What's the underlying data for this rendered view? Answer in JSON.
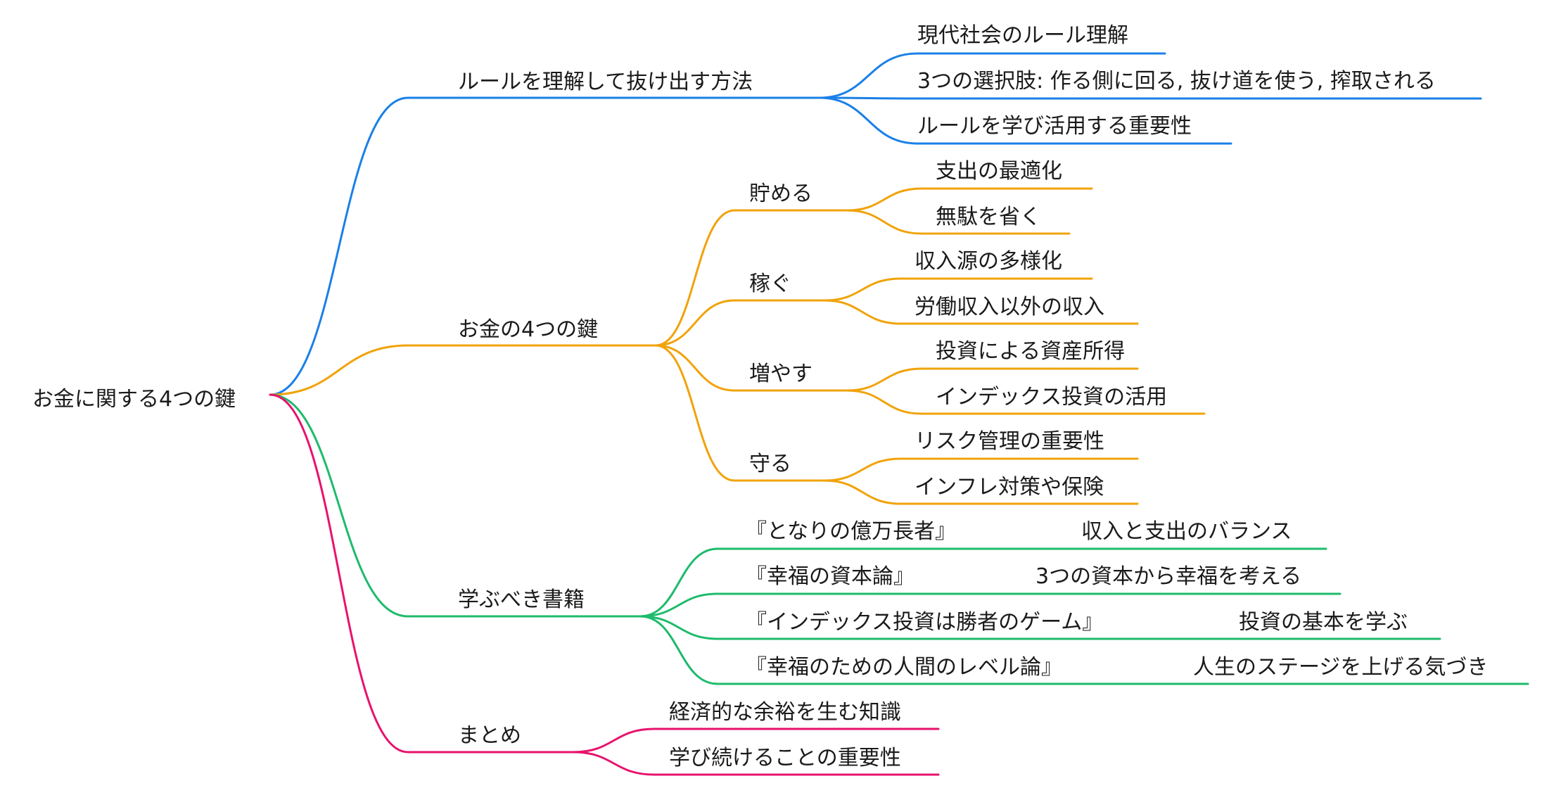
{
  "colors": {
    "rules": "#1a80e8",
    "keys": "#f0a30a",
    "books": "#1dbb6b",
    "summary": "#e8126d",
    "text": "#1a1a1a"
  },
  "root": {
    "label": "お金に関する4つの鍵"
  },
  "branches": [
    {
      "id": "rules",
      "label": "ルールを理解して抜け出す方法",
      "children": [
        {
          "label": "現代社会のルール理解"
        },
        {
          "label": "3つの選択肢: 作る側に回る, 抜け道を使う, 搾取される"
        },
        {
          "label": "ルールを学び活用する重要性"
        }
      ]
    },
    {
      "id": "keys",
      "label": "お金の4つの鍵",
      "children": [
        {
          "label": "貯める",
          "children": [
            {
              "label": "支出の最適化"
            },
            {
              "label": "無駄を省く"
            }
          ]
        },
        {
          "label": "稼ぐ",
          "children": [
            {
              "label": "収入源の多様化"
            },
            {
              "label": "労働収入以外の収入"
            }
          ]
        },
        {
          "label": "増やす",
          "children": [
            {
              "label": "投資による資産所得"
            },
            {
              "label": "インデックス投資の活用"
            }
          ]
        },
        {
          "label": "守る",
          "children": [
            {
              "label": "リスク管理の重要性"
            },
            {
              "label": "インフレ対策や保険"
            }
          ]
        }
      ]
    },
    {
      "id": "books",
      "label": "学ぶべき書籍",
      "children": [
        {
          "label": "『となりの億万長者』",
          "children": [
            {
              "label": "収入と支出のバランス"
            }
          ]
        },
        {
          "label": "『幸福の資本論』",
          "children": [
            {
              "label": "3つの資本から幸福を考える"
            }
          ]
        },
        {
          "label": "『インデックス投資は勝者のゲーム』",
          "children": [
            {
              "label": "投資の基本を学ぶ"
            }
          ]
        },
        {
          "label": "『幸福のための人間のレベル論』",
          "children": [
            {
              "label": "人生のステージを上げる気づき"
            }
          ]
        }
      ]
    },
    {
      "id": "summary",
      "label": "まとめ",
      "children": [
        {
          "label": "経済的な余裕を生む知識"
        },
        {
          "label": "学び続けることの重要性"
        }
      ]
    }
  ]
}
